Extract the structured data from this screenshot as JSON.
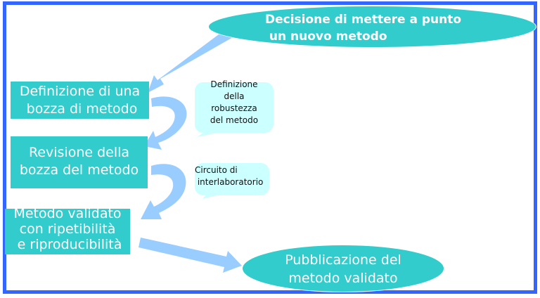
{
  "diagram": {
    "title": "Flusso di validazione di un nuovo metodo",
    "colors": {
      "frame": "#3366ff",
      "node": "#33cccc",
      "node_text": "#ffffff",
      "callout": "#ccffff",
      "arrow": "#99ccff"
    },
    "start": {
      "label": "Decisione di mettere a punto\n un nuovo metodo"
    },
    "steps": [
      {
        "label": "Definizione di una\n bozza di metodo"
      },
      {
        "label": "Revisione della\nbozza del metodo"
      },
      {
        "label": "Metodo validato\ncon ripetibilità\n e riproducibilità"
      }
    ],
    "callouts": [
      {
        "label": "Definizione\ndella\nrobustezza\ndel metodo"
      },
      {
        "label": "Circuito di\n interlaboratorio"
      }
    ],
    "end": {
      "label": "Pubblicazione del\nmetodo validato"
    }
  }
}
